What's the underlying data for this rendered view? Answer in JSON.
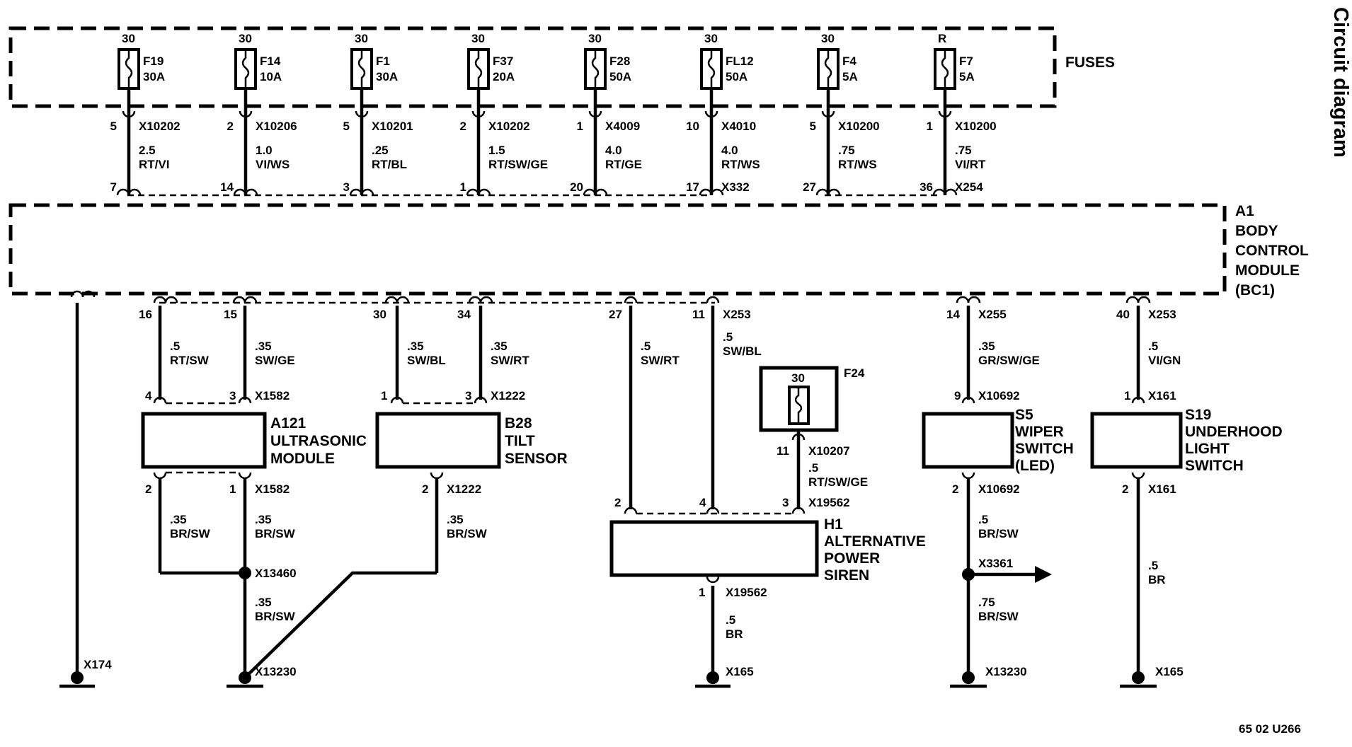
{
  "title": "Circuit diagram",
  "footer_code": "65 02 U266",
  "fuses_label": "FUSES",
  "fuses": [
    {
      "supply": "30",
      "name": "F19",
      "rating": "30A",
      "pin": "5",
      "conn": "X10202",
      "wire_size": "2.5",
      "wire_color": "RT/VI",
      "bcm_pin": "7",
      "bcm_conn": ""
    },
    {
      "supply": "30",
      "name": "F14",
      "rating": "10A",
      "pin": "2",
      "conn": "X10206",
      "wire_size": "1.0",
      "wire_color": "VI/WS",
      "bcm_pin": "14",
      "bcm_conn": ""
    },
    {
      "supply": "30",
      "name": "F1",
      "rating": "30A",
      "pin": "5",
      "conn": "X10201",
      "wire_size": ".25",
      "wire_color": "RT/BL",
      "bcm_pin": "3",
      "bcm_conn": ""
    },
    {
      "supply": "30",
      "name": "F37",
      "rating": "20A",
      "pin": "2",
      "conn": "X10202",
      "wire_size": "1.5",
      "wire_color": "RT/SW/GE",
      "bcm_pin": "1",
      "bcm_conn": ""
    },
    {
      "supply": "30",
      "name": "F28",
      "rating": "50A",
      "pin": "1",
      "conn": "X4009",
      "wire_size": "4.0",
      "wire_color": "RT/GE",
      "bcm_pin": "20",
      "bcm_conn": ""
    },
    {
      "supply": "30",
      "name": "FL12",
      "rating": "50A",
      "pin": "10",
      "conn": "X4010",
      "wire_size": "4.0",
      "wire_color": "RT/WS",
      "bcm_pin": "17",
      "bcm_conn": "X332"
    },
    {
      "supply": "30",
      "name": "F4",
      "rating": "5A",
      "pin": "5",
      "conn": "X10200",
      "wire_size": ".75",
      "wire_color": "RT/WS",
      "bcm_pin": "27",
      "bcm_conn": ""
    },
    {
      "supply": "R",
      "name": "F7",
      "rating": "5A",
      "pin": "1",
      "conn": "X10200",
      "wire_size": ".75",
      "wire_color": "VI/RT",
      "bcm_pin": "36",
      "bcm_conn": "X254"
    }
  ],
  "bcm": {
    "lines": [
      "A1",
      "BODY",
      "CONTROL",
      "MODULE",
      "(BC1)"
    ]
  },
  "labels": {
    "x174": "X174",
    "p16": "16",
    "w16s": ".5",
    "w16c": "RT/SW",
    "p15": "15",
    "w15s": ".35",
    "w15c": "SW/GE",
    "p30": "30",
    "w30s": ".35",
    "w30c": "SW/BL",
    "p34": "34",
    "w34s": ".35",
    "w34c": "SW/RT",
    "p27": "27",
    "w27s": ".5",
    "w27c": "SW/RT",
    "p11": "11",
    "c253a": "X253",
    "w11s": ".5",
    "w11c": "SW/BL",
    "p14": "14",
    "c255": "X255",
    "w14s": ".35",
    "w14c": "GR/SW/GE",
    "p40": "40",
    "c253b": "X253",
    "w40s": ".5",
    "w40c": "VI/GN",
    "a121_p4": "4",
    "a121_p3": "3",
    "a121_c_top": "X1582",
    "a121_l1": "A121",
    "a121_l2": "ULTRASONIC",
    "a121_l3": "MODULE",
    "a121_p2": "2",
    "a121_p1": "1",
    "a121_c_bot": "X1582",
    "a121_w2s": ".35",
    "a121_w2c": "BR/SW",
    "a121_w1s": ".35",
    "a121_w1c": "BR/SW",
    "x13460": "X13460",
    "w13460s": ".35",
    "w13460c": "BR/SW",
    "x13230a": "X13230",
    "b28_p1": "1",
    "b28_p3": "3",
    "b28_c_top": "X1222",
    "b28_l1": "B28",
    "b28_l2": "TILT",
    "b28_l3": "SENSOR",
    "b28_p2": "2",
    "b28_c_bot": "X1222",
    "b28_ws": ".35",
    "b28_wc": "BR/SW",
    "f24_supply": "30",
    "f24_name": "F24",
    "f24_pin": "11",
    "f24_conn": "X10207",
    "f24_ws": ".5",
    "f24_wc": "RT/SW/GE",
    "h1_p2": "2",
    "h1_p4": "4",
    "h1_p3": "3",
    "h1_c_top": "X19562",
    "h1_l1": "H1",
    "h1_l2": "ALTERNATIVE",
    "h1_l3": "POWER",
    "h1_l4": "SIREN",
    "h1_p1": "1",
    "h1_c_bot": "X19562",
    "h1_ws": ".5",
    "h1_wc": "BR",
    "x165a": "X165",
    "s5_p9": "9",
    "s5_c_top": "X10692",
    "s5_l1": "S5",
    "s5_l2": "WIPER",
    "s5_l3": "SWITCH",
    "s5_l4": "(LED)",
    "s5_p2": "2",
    "s5_c_bot": "X10692",
    "s5_ws": ".5",
    "s5_wc": "BR/SW",
    "x3361": "X3361",
    "s5_ws2": ".75",
    "s5_wc2": "BR/SW",
    "x13230b": "X13230",
    "s19_p1": "1",
    "s19_c_top": "X161",
    "s19_l1": "S19",
    "s19_l2": "UNDERHOOD",
    "s19_l3": "LIGHT",
    "s19_l4": "SWITCH",
    "s19_p2": "2",
    "s19_c_bot": "X161",
    "s19_ws": ".5",
    "s19_wc": "BR",
    "x165b": "X165"
  }
}
